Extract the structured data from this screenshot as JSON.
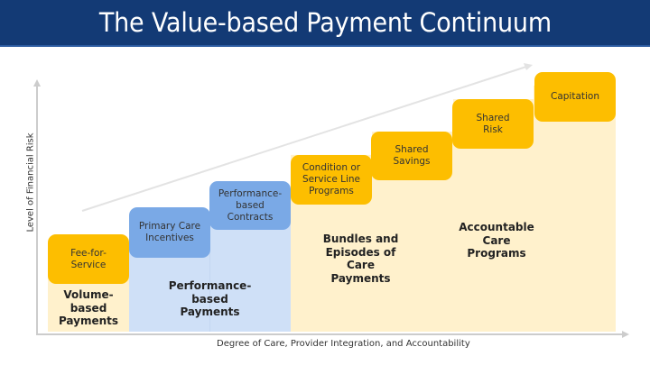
{
  "title": "The Value-based Payment Continuum",
  "axes": {
    "y_label": "Level of Financial Risk",
    "x_label": "Degree of Care, Provider Integration, and Accountability"
  },
  "colors": {
    "header": "#133a75",
    "orange": "#fdbe00",
    "blue": "#7aa9e6",
    "light_blue": "#cfe0f7",
    "light_yellow": "#fff1cc",
    "axis": "#cccccc"
  },
  "steps": [
    {
      "label": "Fee-for-\nService",
      "color": "orange"
    },
    {
      "label": "Primary Care\nIncentives",
      "color": "blue"
    },
    {
      "label": "Performance-\nbased\nContracts",
      "color": "blue"
    },
    {
      "label": "Condition or\nService Line\nPrograms",
      "color": "orange"
    },
    {
      "label": "Shared\nSavings",
      "color": "orange"
    },
    {
      "label": "Shared\nRisk",
      "color": "orange"
    },
    {
      "label": "Capitation",
      "color": "orange"
    }
  ],
  "categories": [
    {
      "label": "Volume-\nbased\nPayments"
    },
    {
      "label": "Performance-\nbased\nPayments"
    },
    {
      "label": "Bundles and\nEpisodes of\nCare\nPayments"
    },
    {
      "label": "Accountable\nCare\nPrograms"
    }
  ]
}
